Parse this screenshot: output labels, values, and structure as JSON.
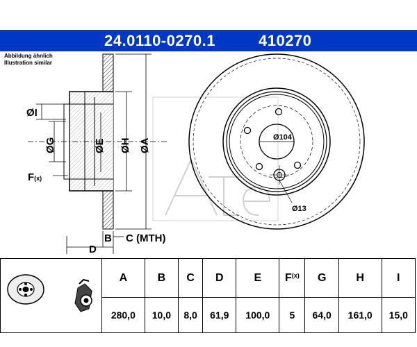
{
  "header": {
    "part_number": "24.0110-0270.1",
    "reference_number": "410270",
    "background_color": "#0038c6"
  },
  "note": {
    "line1": "Abbildung ähnlich",
    "line2": "Illustration similar"
  },
  "labels": {
    "dia_I": "ØI",
    "dia_G": "ØG",
    "dia_E": "ØE",
    "dia_H": "ØH",
    "dia_A": "ØA",
    "offset_F": "F",
    "offset_F_suffix": "(x)",
    "dim_D": "D",
    "dim_B": "B",
    "dim_C": "C (MTH)",
    "dia_104": "Ø104",
    "dia_13": "Ø13"
  },
  "table": {
    "headers": [
      "A",
      "B",
      "C",
      "D",
      "E",
      "F",
      "G",
      "H",
      "I"
    ],
    "header_suffix_F": "(x)",
    "values": [
      "280,0",
      "10,0",
      "8,0",
      "61,9",
      "100,0",
      "5",
      "64,0",
      "161,0",
      "15,0"
    ]
  },
  "icons": [
    "brake-disc-icon",
    "brake-caliper-icon",
    "ate-logo-watermark"
  ]
}
